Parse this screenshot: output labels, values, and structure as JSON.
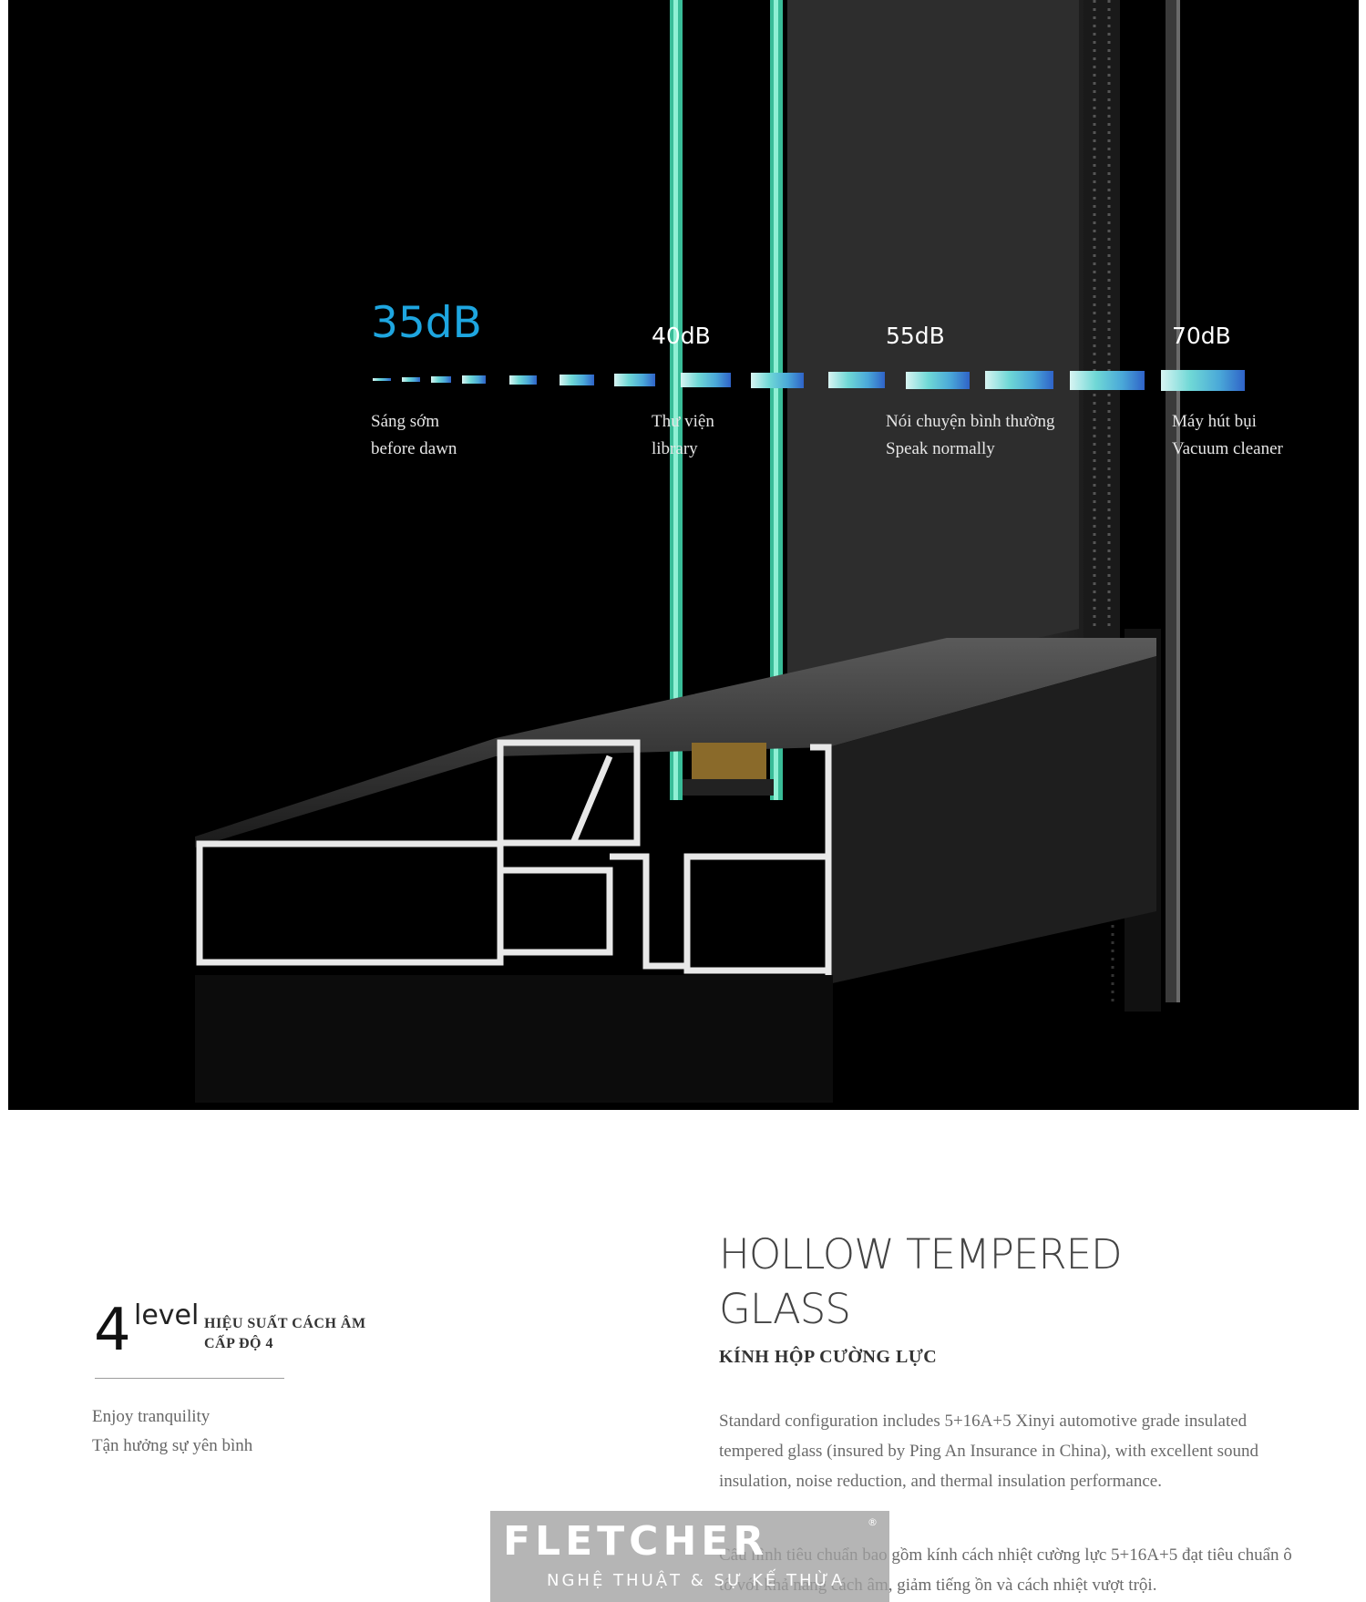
{
  "noise_scale": [
    {
      "db": "35dB",
      "label_vn": "Sáng sớm",
      "label_en": "before dawn"
    },
    {
      "db": "40dB",
      "label_vn": "Thư viện",
      "label_en": "library"
    },
    {
      "db": "55dB",
      "label_vn": "Nói chuyện bình thường",
      "label_en": "Speak normally"
    },
    {
      "db": "70dB",
      "label_vn": "Máy hút bụi",
      "label_en": "Vacuum cleaner"
    }
  ],
  "level": {
    "number": "4",
    "word": "level",
    "vn_line1": "HIỆU SUẤT CÁCH ÂM",
    "vn_line2": "CẤP ĐỘ 4"
  },
  "tagline": {
    "en": "Enjoy tranquility",
    "vn": "Tận hưởng sự yên bình"
  },
  "product": {
    "title_line1": "HOLLOW TEMPERED",
    "title_line2": "GLASS",
    "subtitle": "KÍNH HỘP CƯỜNG LỰC",
    "description_en": "Standard configuration includes 5+16A+5 Xinyi automotive grade insulated tempered glass (insured by Ping An Insurance in China), with excellent sound insulation, noise reduction, and thermal insulation performance.",
    "description_vn": "Cấu hình tiêu chuẩn bao gồm kính cách nhiệt cường lực 5+16A+5 đạt tiêu chuẩn ô tô với khả năng cách âm, giảm tiếng ồn và cách nhiệt vượt trội."
  },
  "watermark": {
    "brand": "FLETCHER",
    "registered": "®",
    "slogan": "NGHỆ THUẬT & SỰ KẾ THỪA"
  },
  "colors": {
    "accent_blue": "#1ea6e0",
    "glass_green": "#3fd0a8",
    "dash_light": "#6fd8d6",
    "dash_dark": "#2f63c8"
  }
}
